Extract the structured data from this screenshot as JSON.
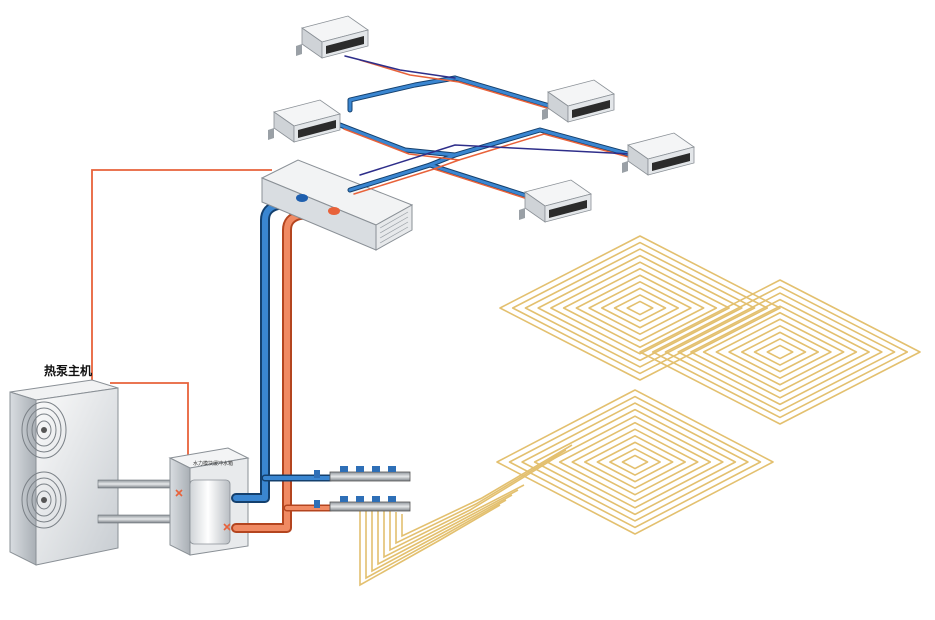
{
  "diagram": {
    "heat_pump_label": "热泵主机",
    "tank_label": "水力模块缓冲水箱"
  },
  "colors": {
    "hot_pipe": "#e8623a",
    "cold_pipe": "#1f5fae",
    "floor_coil": "#e6c57a",
    "unit_body": "#e9ecef",
    "unit_vent": "#2b2b2b"
  },
  "icons": [
    "heat-pump-unit",
    "fan-grille",
    "buffer-tank",
    "manifold",
    "duct-indoor-unit",
    "fan-coil-unit",
    "floor-heating-coil"
  ]
}
